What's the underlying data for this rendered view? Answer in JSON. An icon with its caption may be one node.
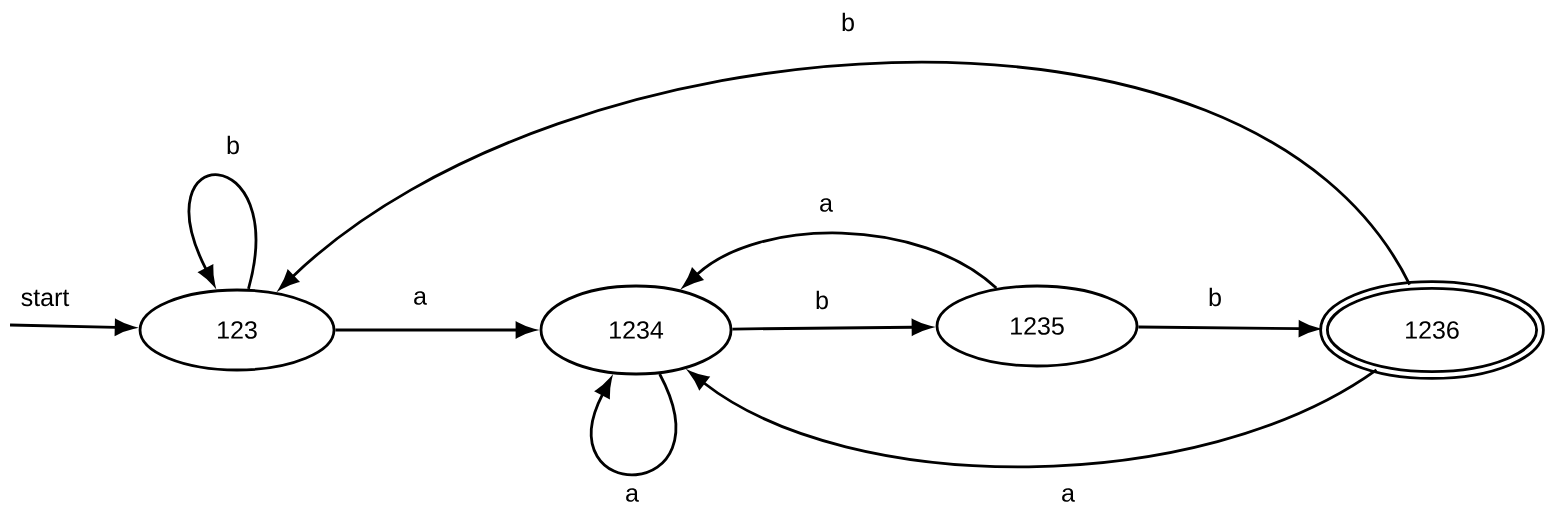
{
  "diagram": {
    "nodes": [
      {
        "text": [
          "123"
        ]
      },
      {
        "text": [
          "1234"
        ]
      },
      {
        "text": [
          "1235"
        ]
      },
      {
        "text": [
          "1236"
        ]
      }
    ],
    "edges": [
      {
        "from": null,
        "to": 0,
        "arrow": "to",
        "label": "start"
      },
      {
        "from": 0,
        "to": 0,
        "arrow": "to",
        "label": "b"
      },
      {
        "from": 0,
        "to": 1,
        "arrow": "to",
        "label": "a"
      },
      {
        "from": 1,
        "to": 1,
        "arrow": "to",
        "label": "a"
      },
      {
        "from": 1,
        "to": 2,
        "arrow": "to",
        "label": "b"
      },
      {
        "from": 2,
        "to": 1,
        "arrow": "to",
        "label": "a"
      },
      {
        "from": 2,
        "to": 3,
        "arrow": "to",
        "label": "b"
      },
      {
        "from": 3,
        "to": 1,
        "arrow": "to",
        "label": "a"
      },
      {
        "from": 3,
        "to": 0,
        "arrow": "to",
        "label": "b"
      }
    ]
  }
}
